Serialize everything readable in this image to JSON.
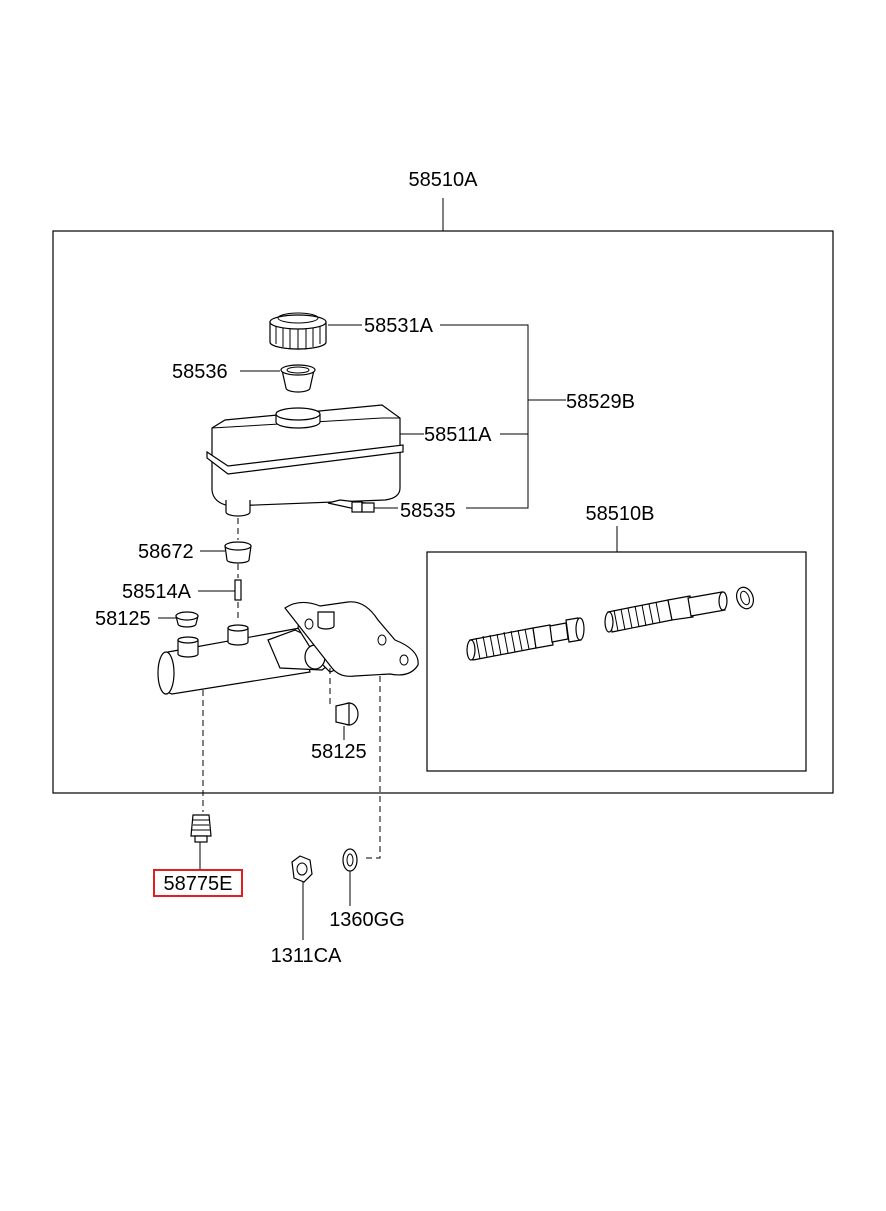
{
  "assembly": {
    "main": "58510A",
    "kit": "58510B"
  },
  "labels": {
    "cap": "58531A",
    "strainer": "58536",
    "reservoir": "58511A",
    "reservoir_assy": "58529B",
    "sensor": "58535",
    "grommet": "58672",
    "pin": "58514A",
    "plug_upper": "58125",
    "plug_lower": "58125",
    "fitting": "58775E",
    "nut": "1311CA",
    "washer": "1360GG"
  },
  "highlight": {
    "part": "58775E",
    "color": "#e02020"
  }
}
